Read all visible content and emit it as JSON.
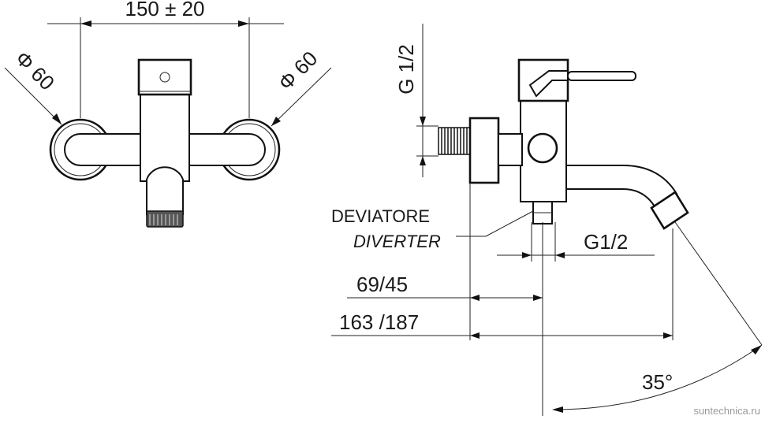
{
  "front_view": {
    "width_dim": "150 ± 20",
    "left_diam": "Φ 60",
    "right_diam": "Φ 60"
  },
  "side_view": {
    "thread_in": "G 1/2",
    "diverter_it": "DEVIATORE",
    "diverter_en": "DIVERTER",
    "thread_out": "G1/2",
    "dim_short": "69/45",
    "dim_long": "163 /187",
    "angle": "35°"
  },
  "watermark": "suntechnica.ru"
}
